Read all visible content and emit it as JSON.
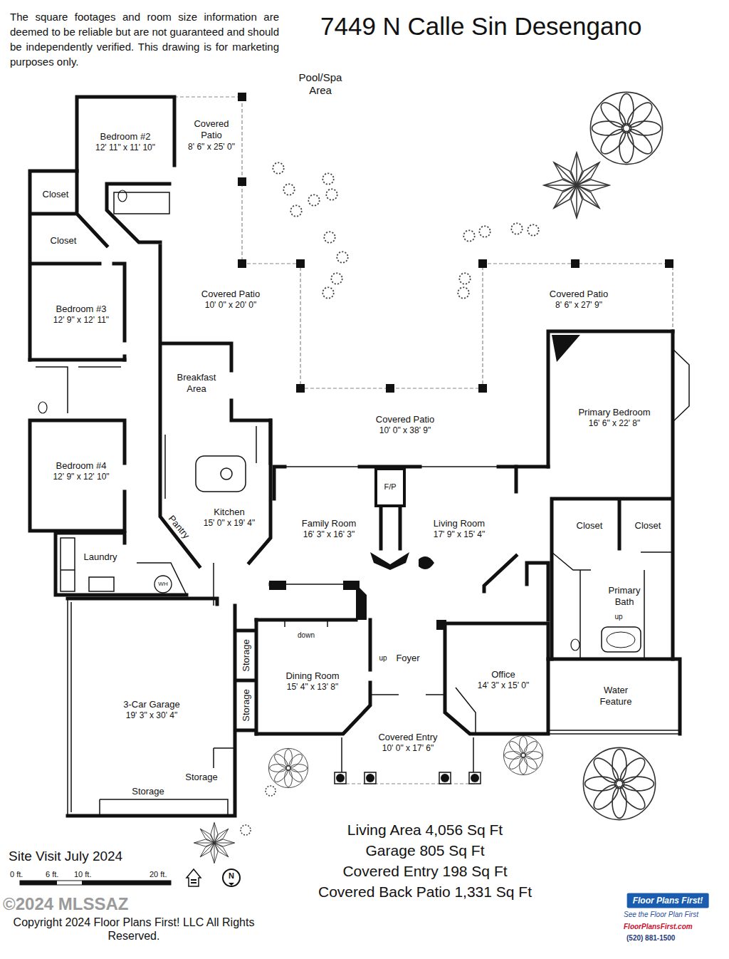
{
  "diagram": {
    "title": "7449 N Calle Sin Desengano",
    "nodes": [
      {
        "text": [
          "Bedroom #2",
          "12' 11\" x 11' 10\""
        ]
      },
      {
        "text": [
          "Covered Patio",
          "8' 6\" x 25' 0\""
        ]
      },
      {
        "text": [
          "Closet"
        ]
      },
      {
        "text": [
          "Closet"
        ]
      },
      {
        "text": [
          "Bedroom #3",
          "12' 9\" x 12' 11\""
        ]
      },
      {
        "text": [
          "Covered Patio",
          "10' 0\" x 20' 0\""
        ]
      },
      {
        "text": [
          "Breakfast Area"
        ]
      },
      {
        "text": [
          "Covered Patio",
          "8' 6\" x 27' 9\""
        ]
      },
      {
        "text": [
          "Primary Bedroom",
          "16' 6\" x 22' 8\""
        ]
      },
      {
        "text": [
          "Covered Patio",
          "10' 0\" x 38' 9\""
        ]
      },
      {
        "text": [
          "Bedroom #4",
          "12' 9\" x 12' 10\""
        ]
      },
      {
        "text": [
          "Kitchen",
          "15' 0\" x 19' 4\""
        ]
      },
      {
        "text": [
          "Family Room",
          "16' 3\" x 16' 3\""
        ]
      },
      {
        "text": [
          "Living Room",
          "17' 9\" x 15' 4\""
        ]
      },
      {
        "text": [
          "Closet"
        ]
      },
      {
        "text": [
          "Closet"
        ]
      },
      {
        "text": [
          "Pantry"
        ]
      },
      {
        "text": [
          "Primary Bath"
        ]
      },
      {
        "text": [
          "Laundry"
        ]
      },
      {
        "text": [
          "Storage"
        ]
      },
      {
        "text": [
          "Storage"
        ]
      },
      {
        "text": [
          "Foyer"
        ]
      },
      {
        "text": [
          "Dining Room",
          "15' 4\" x 13' 8\""
        ]
      },
      {
        "text": [
          "Office",
          "14' 3\" x 15' 0\""
        ]
      },
      {
        "text": [
          "Water Feature"
        ]
      },
      {
        "text": [
          "3-Car Garage",
          "19' 3\" x 30' 4\""
        ]
      },
      {
        "text": [
          "Storage"
        ]
      },
      {
        "text": [
          "Storage"
        ]
      },
      {
        "text": [
          "Covered Entry",
          "10' 0\" x 17' 6\""
        ]
      },
      {
        "text": [
          "Floor Plans First!"
        ]
      }
    ],
    "labels": [
      "The square footages and room size information are deemed to be reliable but are not guaranteed and should be independently verified. This drawing is for marketing purposes only.",
      "Pool/Spa Area",
      "F/P",
      "WH",
      "down",
      "up",
      "up",
      "Site Visit July 2024",
      "0 ft.",
      "6 ft.",
      "10 ft.",
      "20 ft.",
      "N",
      "Living Area 4,056 Sq Ft",
      "Garage 805 Sq Ft",
      "Covered Entry 198 Sq Ft",
      "Covered Back Patio 1,331 Sq Ft",
      "Copyright 2024 Floor Plans First! LLC All Rights Reserved.",
      "©2024 MLSSAZ",
      "See the Floor Plan First",
      "FloorPlansFirst.com",
      "(520) 881-1500"
    ]
  }
}
